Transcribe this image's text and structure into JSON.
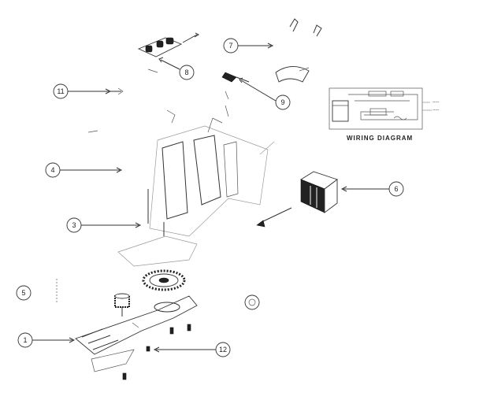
{
  "diagram": {
    "caption": "WIRING DIAGRAM",
    "callouts": [
      {
        "id": "part-1",
        "label": "1"
      },
      {
        "id": "part-3",
        "label": "3"
      },
      {
        "id": "part-4",
        "label": "4"
      },
      {
        "id": "part-5",
        "label": "5"
      },
      {
        "id": "part-6",
        "label": "6"
      },
      {
        "id": "part-7",
        "label": "7"
      },
      {
        "id": "part-8",
        "label": "8"
      },
      {
        "id": "part-9",
        "label": "9"
      },
      {
        "id": "part-11",
        "label": "11"
      },
      {
        "id": "part-12",
        "label": "12"
      }
    ]
  },
  "colors": {
    "line": "#333333",
    "dark_part": "#222222",
    "background": "#ffffff"
  }
}
